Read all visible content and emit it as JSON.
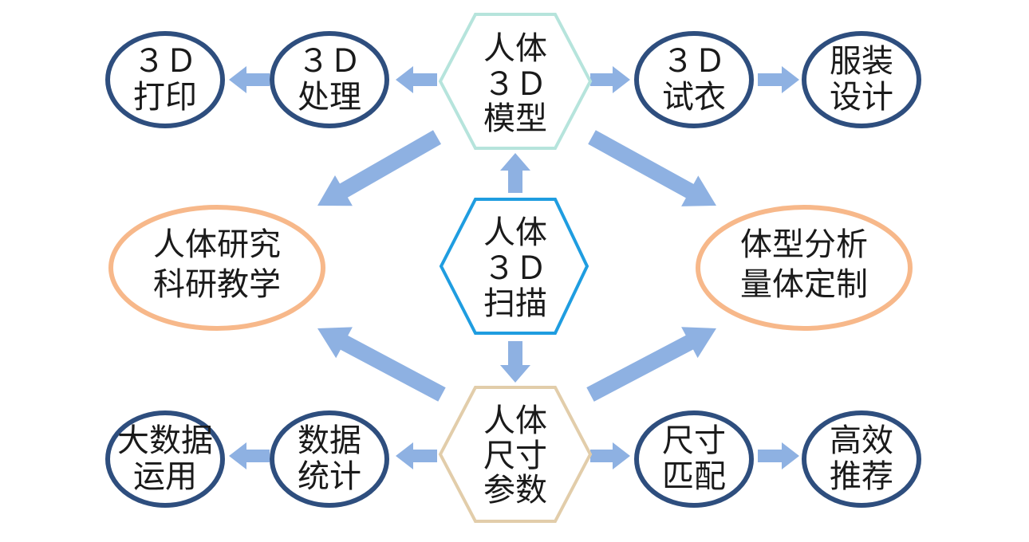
{
  "colors": {
    "arrow": "#8eb1e2",
    "ellipse_dark": "#2e4e7e",
    "ellipse_orange": "#f7b88a",
    "hex_top": "#b6e4dc",
    "hex_center": "#1f9de0",
    "hex_bottom": "#e2cdaa"
  },
  "nodes": {
    "hex_model": [
      "人体",
      "３Ｄ",
      "模型"
    ],
    "hex_scan": [
      "人体",
      "３Ｄ",
      "扫描"
    ],
    "hex_size": [
      "人体",
      "尺寸",
      "参数"
    ],
    "print3d": [
      "３Ｄ",
      "打印"
    ],
    "process3d": [
      "３Ｄ",
      "处理"
    ],
    "tryon3d": [
      "３Ｄ",
      "试衣"
    ],
    "fashion": [
      "服装",
      "设计"
    ],
    "research": [
      "人体研究",
      "科研教学"
    ],
    "bodytype": [
      "体型分析",
      "量体定制"
    ],
    "bigdata": [
      "大数据",
      "运用"
    ],
    "stats": [
      "数据",
      "统计"
    ],
    "sizematch": [
      "尺寸",
      "匹配"
    ],
    "recommend": [
      "高效",
      "推荐"
    ]
  }
}
